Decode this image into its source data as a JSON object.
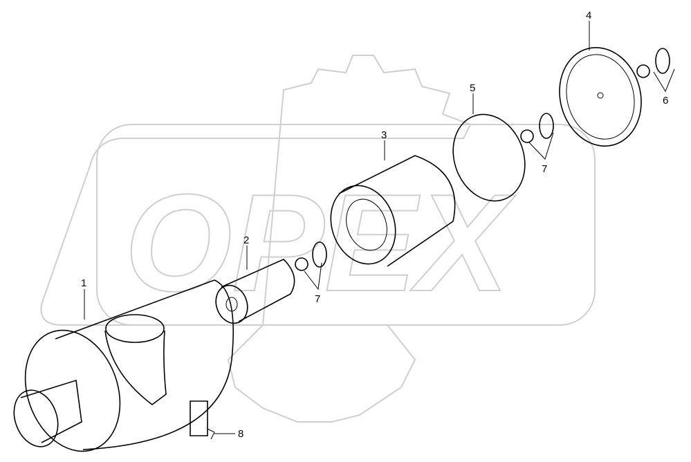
{
  "watermark": {
    "text": "OPEX",
    "color": "#cfcfcf"
  },
  "callouts": [
    {
      "id": "1",
      "label": "1"
    },
    {
      "id": "2",
      "label": "2"
    },
    {
      "id": "3",
      "label": "3"
    },
    {
      "id": "4",
      "label": "4"
    },
    {
      "id": "5",
      "label": "5"
    },
    {
      "id": "6",
      "label": "6"
    },
    {
      "id": "7a",
      "label": "7"
    },
    {
      "id": "7b",
      "label": "7"
    },
    {
      "id": "8",
      "label": "8"
    }
  ]
}
